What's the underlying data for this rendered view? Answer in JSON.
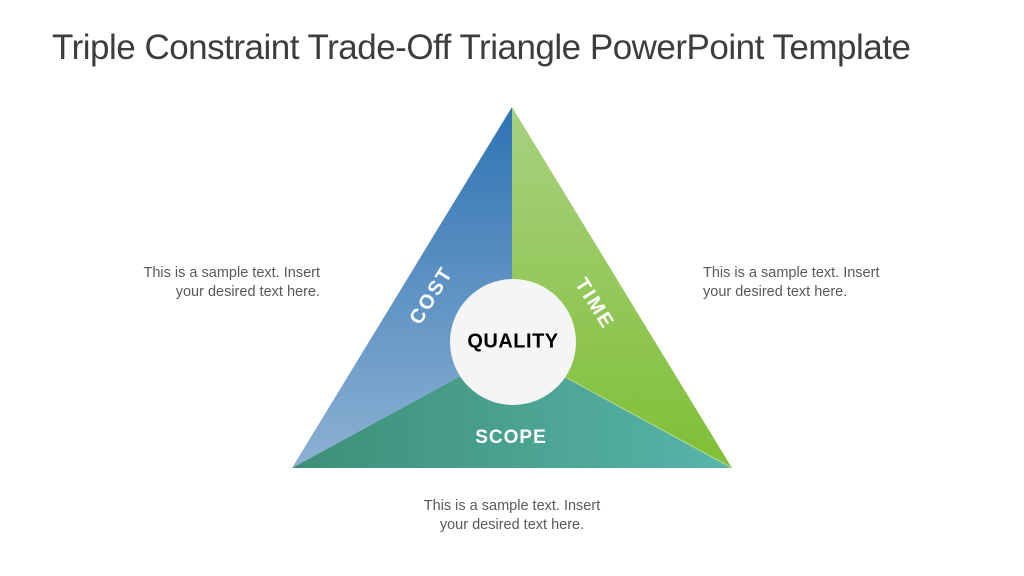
{
  "slide": {
    "title": "Triple Constraint Trade-Off Triangle PowerPoint Template"
  },
  "diagram": {
    "type": "triple-constraint-triangle",
    "segments": [
      {
        "id": "cost",
        "label": "COST"
      },
      {
        "id": "time",
        "label": "TIME"
      },
      {
        "id": "scope",
        "label": "SCOPE"
      }
    ],
    "center_label": "QUALITY",
    "colors": {
      "cost_top": "#2E73B3",
      "cost_bottom": "#8DB1D3",
      "time_top": "#A9D181",
      "time_bottom": "#7FBF35",
      "scope_left": "#3E8E76",
      "scope_right": "#57B5AA",
      "time_scope_divider": "#C2DF96",
      "center_circle": "#F5F5F5",
      "segment_label_text": "#FFFFFF",
      "center_label_text": "#000000",
      "title_text": "#3D3D3D",
      "annotation_text": "#595959"
    }
  },
  "annotations": {
    "left": {
      "line1": "This is a sample text. Insert",
      "line2": "your desired text here."
    },
    "right": {
      "line1": "This is a sample text. Insert",
      "line2": "your desired text here."
    },
    "bottom": {
      "line1": "This is a sample text. Insert",
      "line2": "your desired text here."
    }
  }
}
